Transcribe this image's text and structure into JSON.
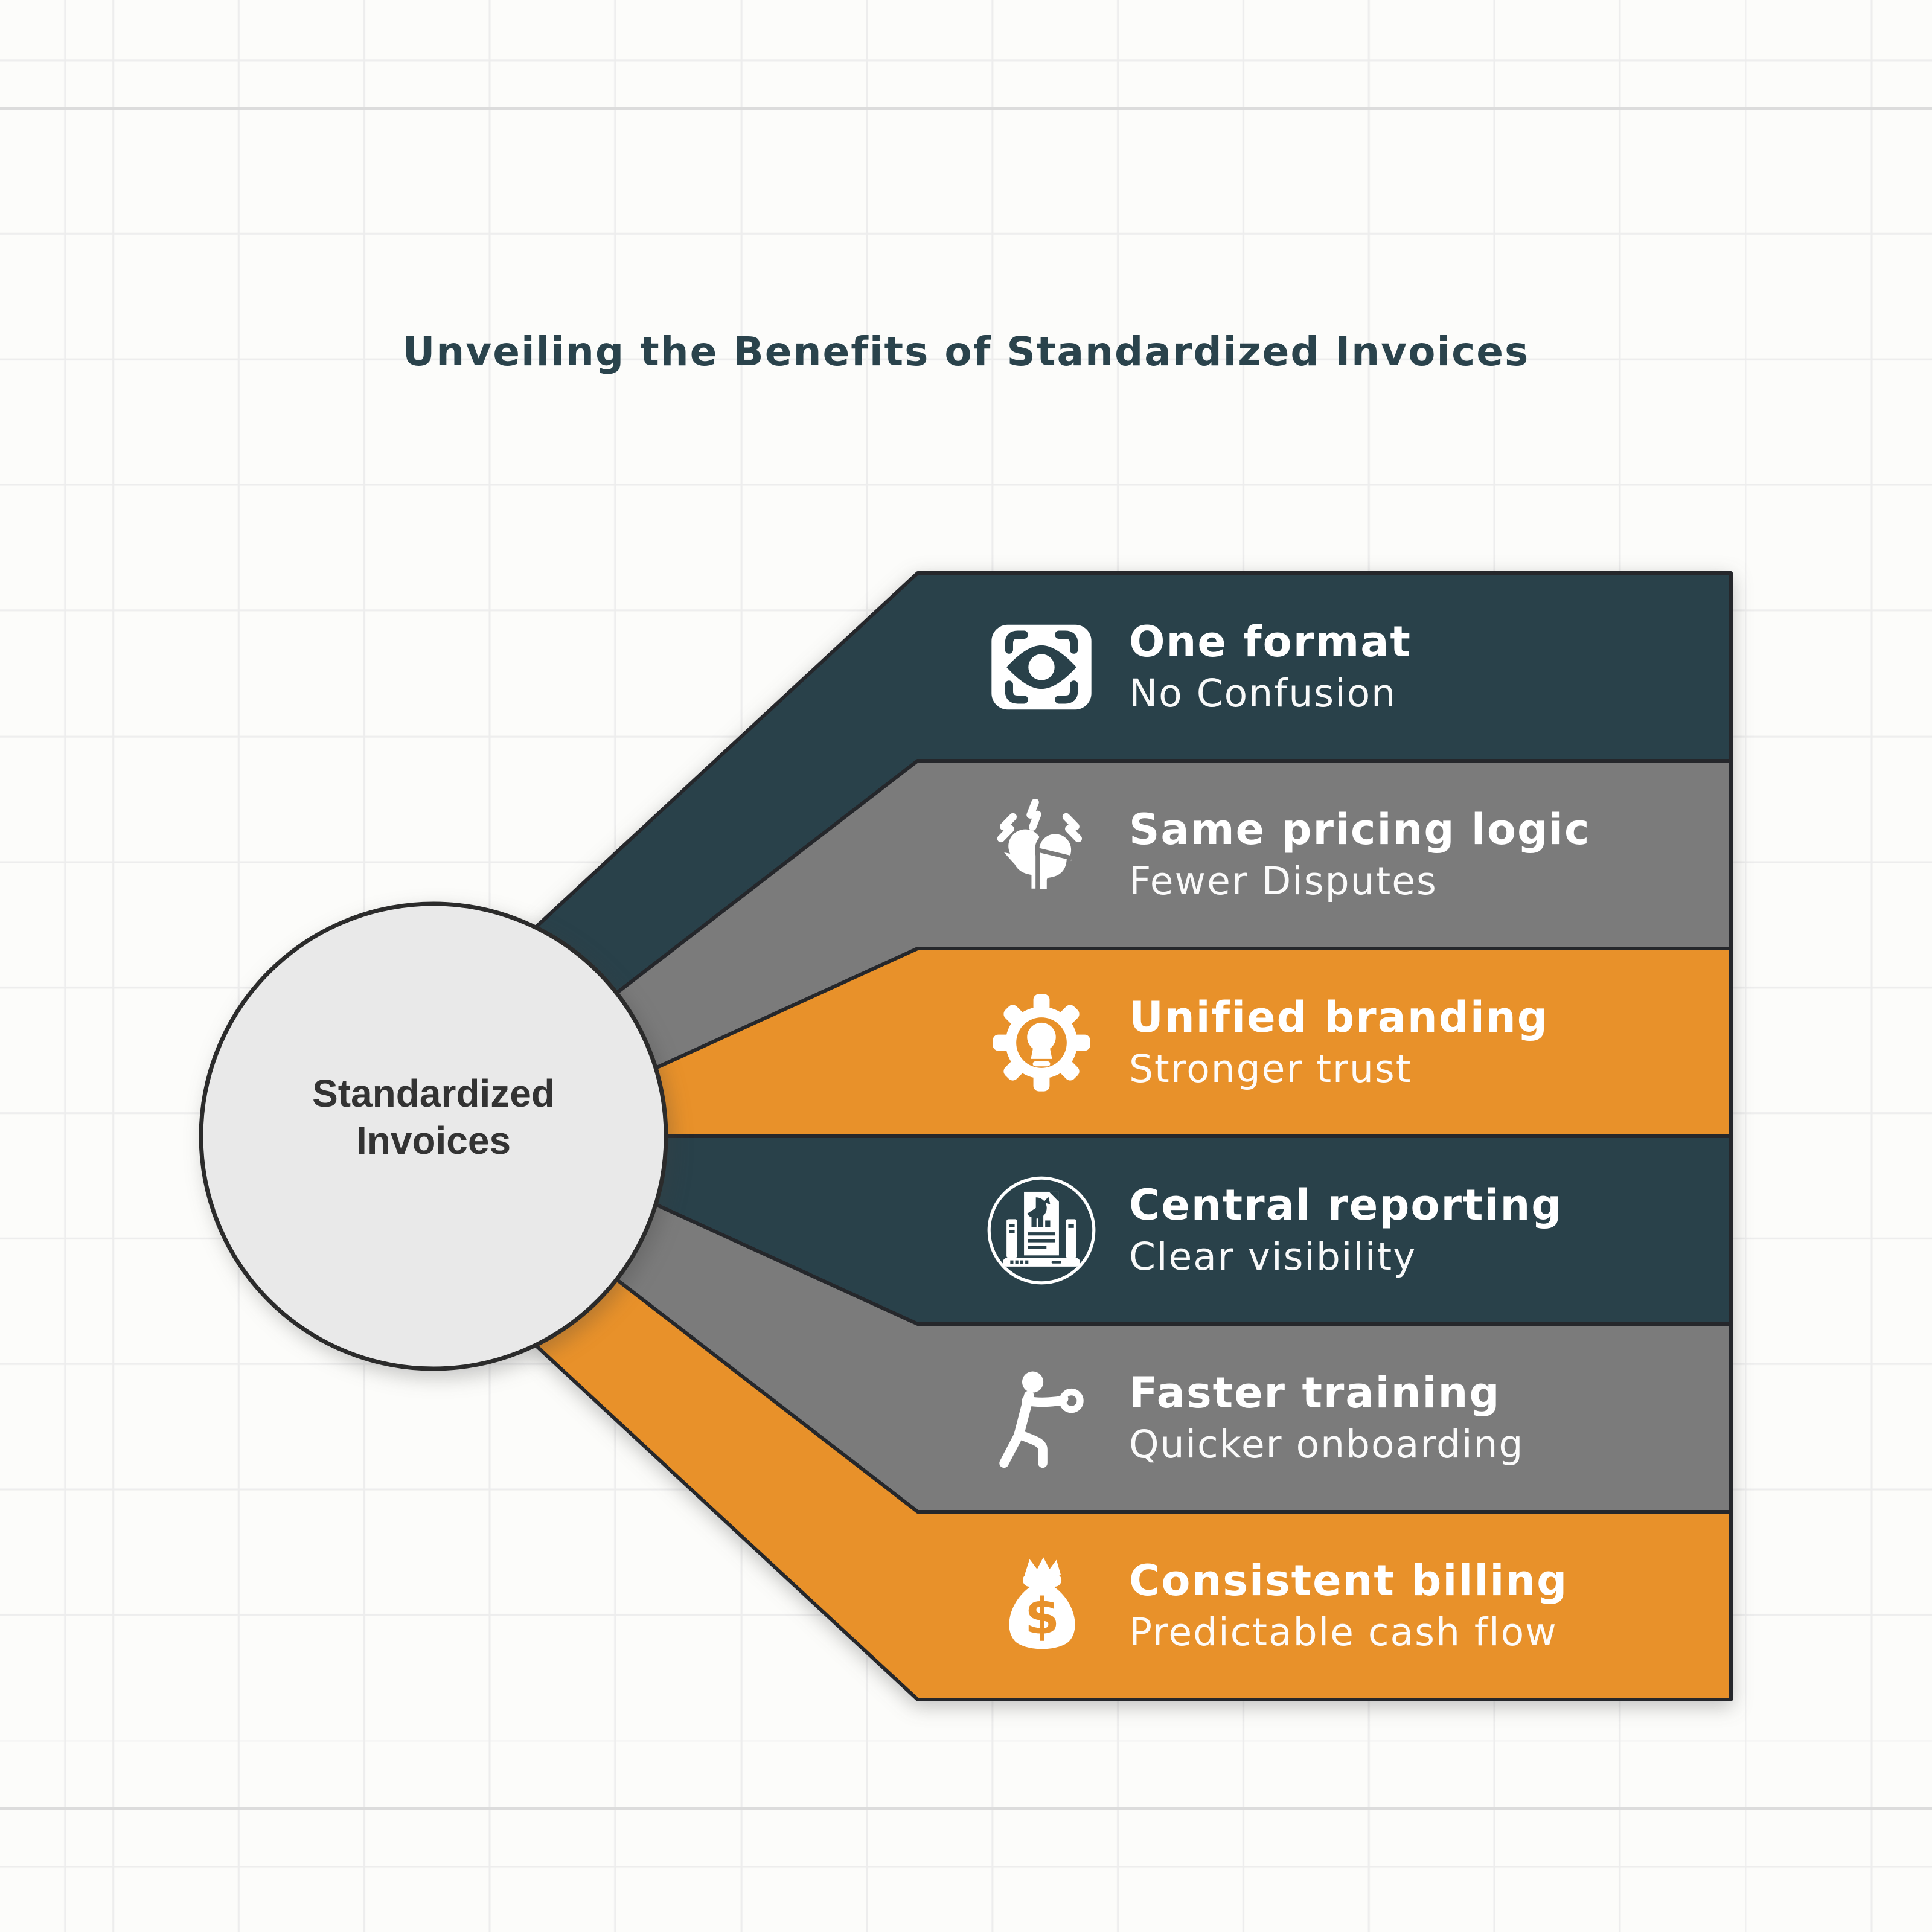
{
  "title": "Unveiling the Benefits of Standardized Invoices",
  "center": {
    "line1": "Standardized",
    "line2": "Invoices"
  },
  "colors": {
    "bg": "#fcfcfa",
    "grid": "#ededed",
    "grid-strong": "#dcdcdc",
    "title": "#2a434c",
    "outline": "#25272b",
    "band-dark": "#29414a",
    "band-gray": "#7b7b7b",
    "band-orange": "#e8912a",
    "band-text": "#ffffff",
    "hub-fill": "#e9e9e9",
    "hub-stroke": "#2b2b2b",
    "hub-text": "#333333"
  },
  "rows": [
    {
      "title": "One format",
      "subtitle": "No Confusion",
      "fill": "#29414a",
      "icon": "scan-eye-icon"
    },
    {
      "title": "Same pricing logic",
      "subtitle": "Fewer Disputes",
      "fill": "#7b7b7b",
      "icon": "conflict-heads-icon"
    },
    {
      "title": "Unified branding",
      "subtitle": "Stronger trust",
      "fill": "#e8912a",
      "icon": "gear-bulb-icon"
    },
    {
      "title": "Central reporting",
      "subtitle": "Clear visibility",
      "fill": "#29414a",
      "icon": "report-laptop-icon"
    },
    {
      "title": "Faster training",
      "subtitle": "Quicker onboarding",
      "fill": "#7b7b7b",
      "icon": "training-person-icon"
    },
    {
      "title": "Consistent billing",
      "subtitle": "Predictable cash flow",
      "fill": "#e8912a",
      "icon": "money-bag-icon"
    }
  ],
  "dollar_glyph": "$"
}
